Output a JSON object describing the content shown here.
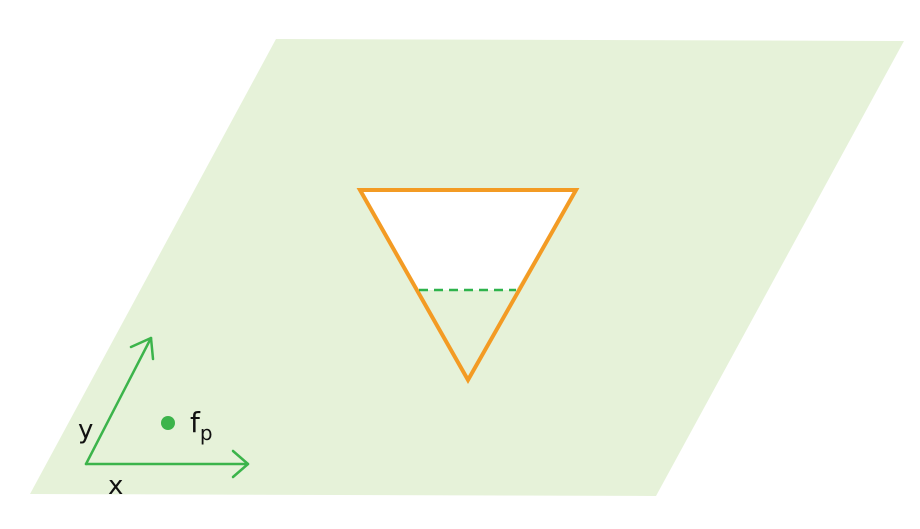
{
  "labels": {
    "x_axis": "x",
    "y_axis": "y",
    "point_base": "f",
    "point_subscript": "p"
  },
  "colors": {
    "plane": "#e6f2d9",
    "triangle_outline": "#f39b24",
    "triangle_fill": "#ffffff",
    "cut_line": "#2eb34c",
    "axes": "#3cb44b",
    "point": "#3cb44b"
  },
  "elements": {
    "plane": "plane",
    "triangle": "triangle",
    "cut_line": "dashed-line",
    "axes": "coordinate-axes",
    "point": "point-fp"
  }
}
